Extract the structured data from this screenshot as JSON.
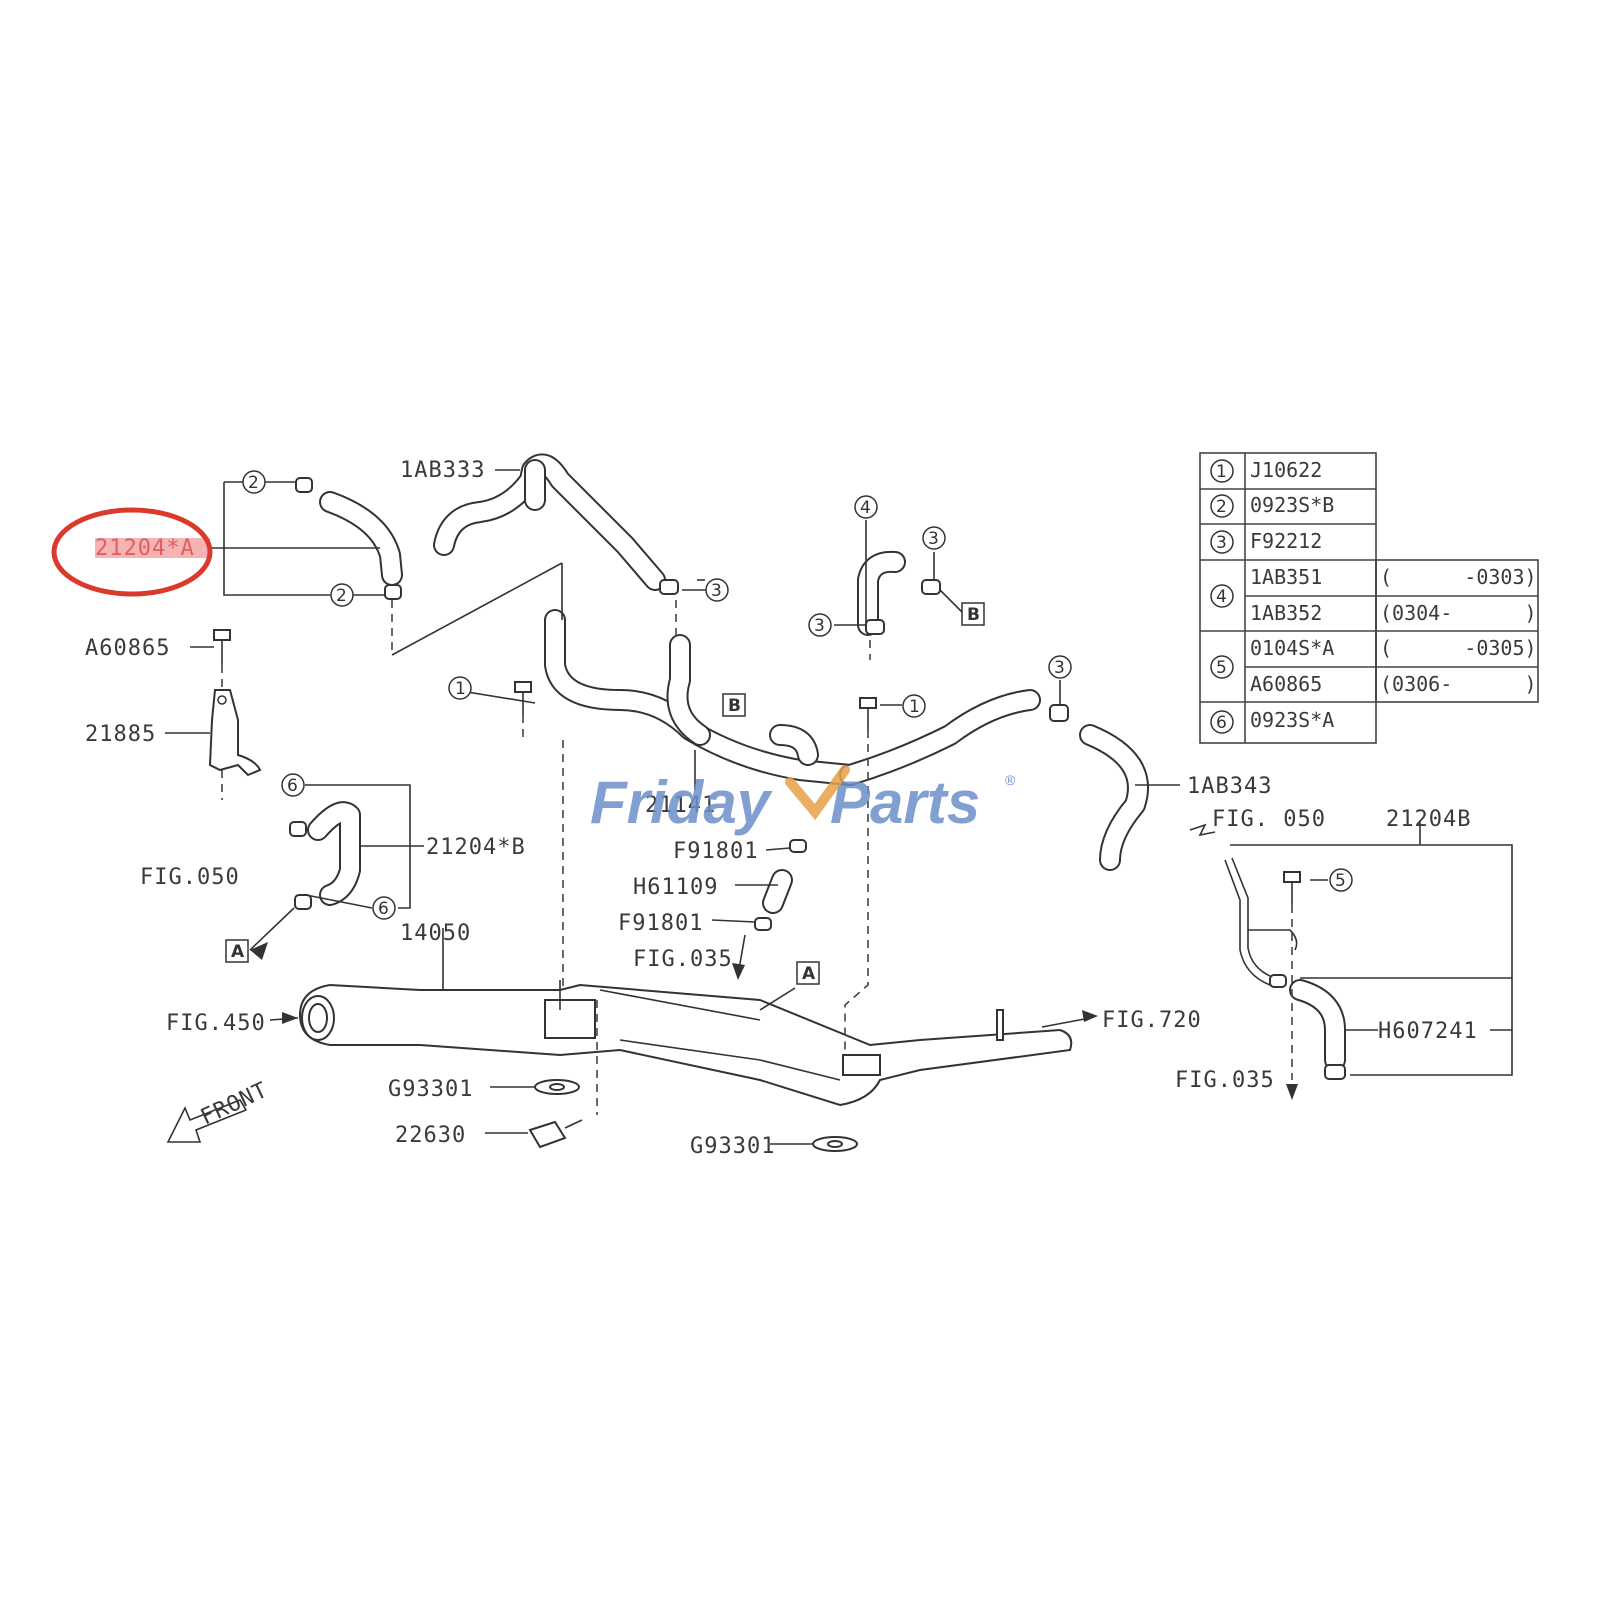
{
  "labels": {
    "p21204A": "21204*A",
    "p1AB333": "1AB333",
    "pA60865": "A60865",
    "p21885": "21885",
    "p21204B_left": "21204*B",
    "fig050_left": "FIG.050",
    "p14050": "14050",
    "fig450": "FIG.450",
    "pG93301_left": "G93301",
    "p22630": "22630",
    "pG93301_right": "G93301",
    "front": "FRONT",
    "p21141": "21141",
    "pF91801_top": "F91801",
    "pH61109": "H61109",
    "pF91801_bot": "F91801",
    "fig035_mid": "FIG.035",
    "fig720": "FIG.720",
    "p1AB343": "1AB343",
    "fig050_right": "FIG. 050",
    "p21204B_right": "21204B",
    "pH607241": "H607241",
    "fig035_right": "FIG.035"
  },
  "callouts": {
    "c1": "1",
    "c2": "2",
    "c3": "3",
    "c4": "4",
    "c5": "5",
    "c6": "6",
    "boxA": "A",
    "boxB": "B"
  },
  "table": [
    {
      "num": "1",
      "part": "J10622",
      "range": ""
    },
    {
      "num": "2",
      "part": "0923S*B",
      "range": ""
    },
    {
      "num": "3",
      "part": "F92212",
      "range": ""
    },
    {
      "num": "4",
      "part": "1AB351",
      "range": "(      -0303)"
    },
    {
      "num": "",
      "part": "1AB352",
      "range": "(0304-      )"
    },
    {
      "num": "5",
      "part": "0104S*A",
      "range": "(      -0305)"
    },
    {
      "num": "",
      "part": "A60865",
      "range": "(0306-      )"
    },
    {
      "num": "6",
      "part": "0923S*A",
      "range": ""
    }
  ],
  "watermark": {
    "part1": "Friday",
    "part2": "Parts",
    "reg": "®"
  },
  "colors": {
    "highlight_circle": "#d93a2b",
    "highlight_fill": "#f3a6a6",
    "watermark_blue": "#6d8fcb",
    "watermark_orange": "#e6a047"
  }
}
